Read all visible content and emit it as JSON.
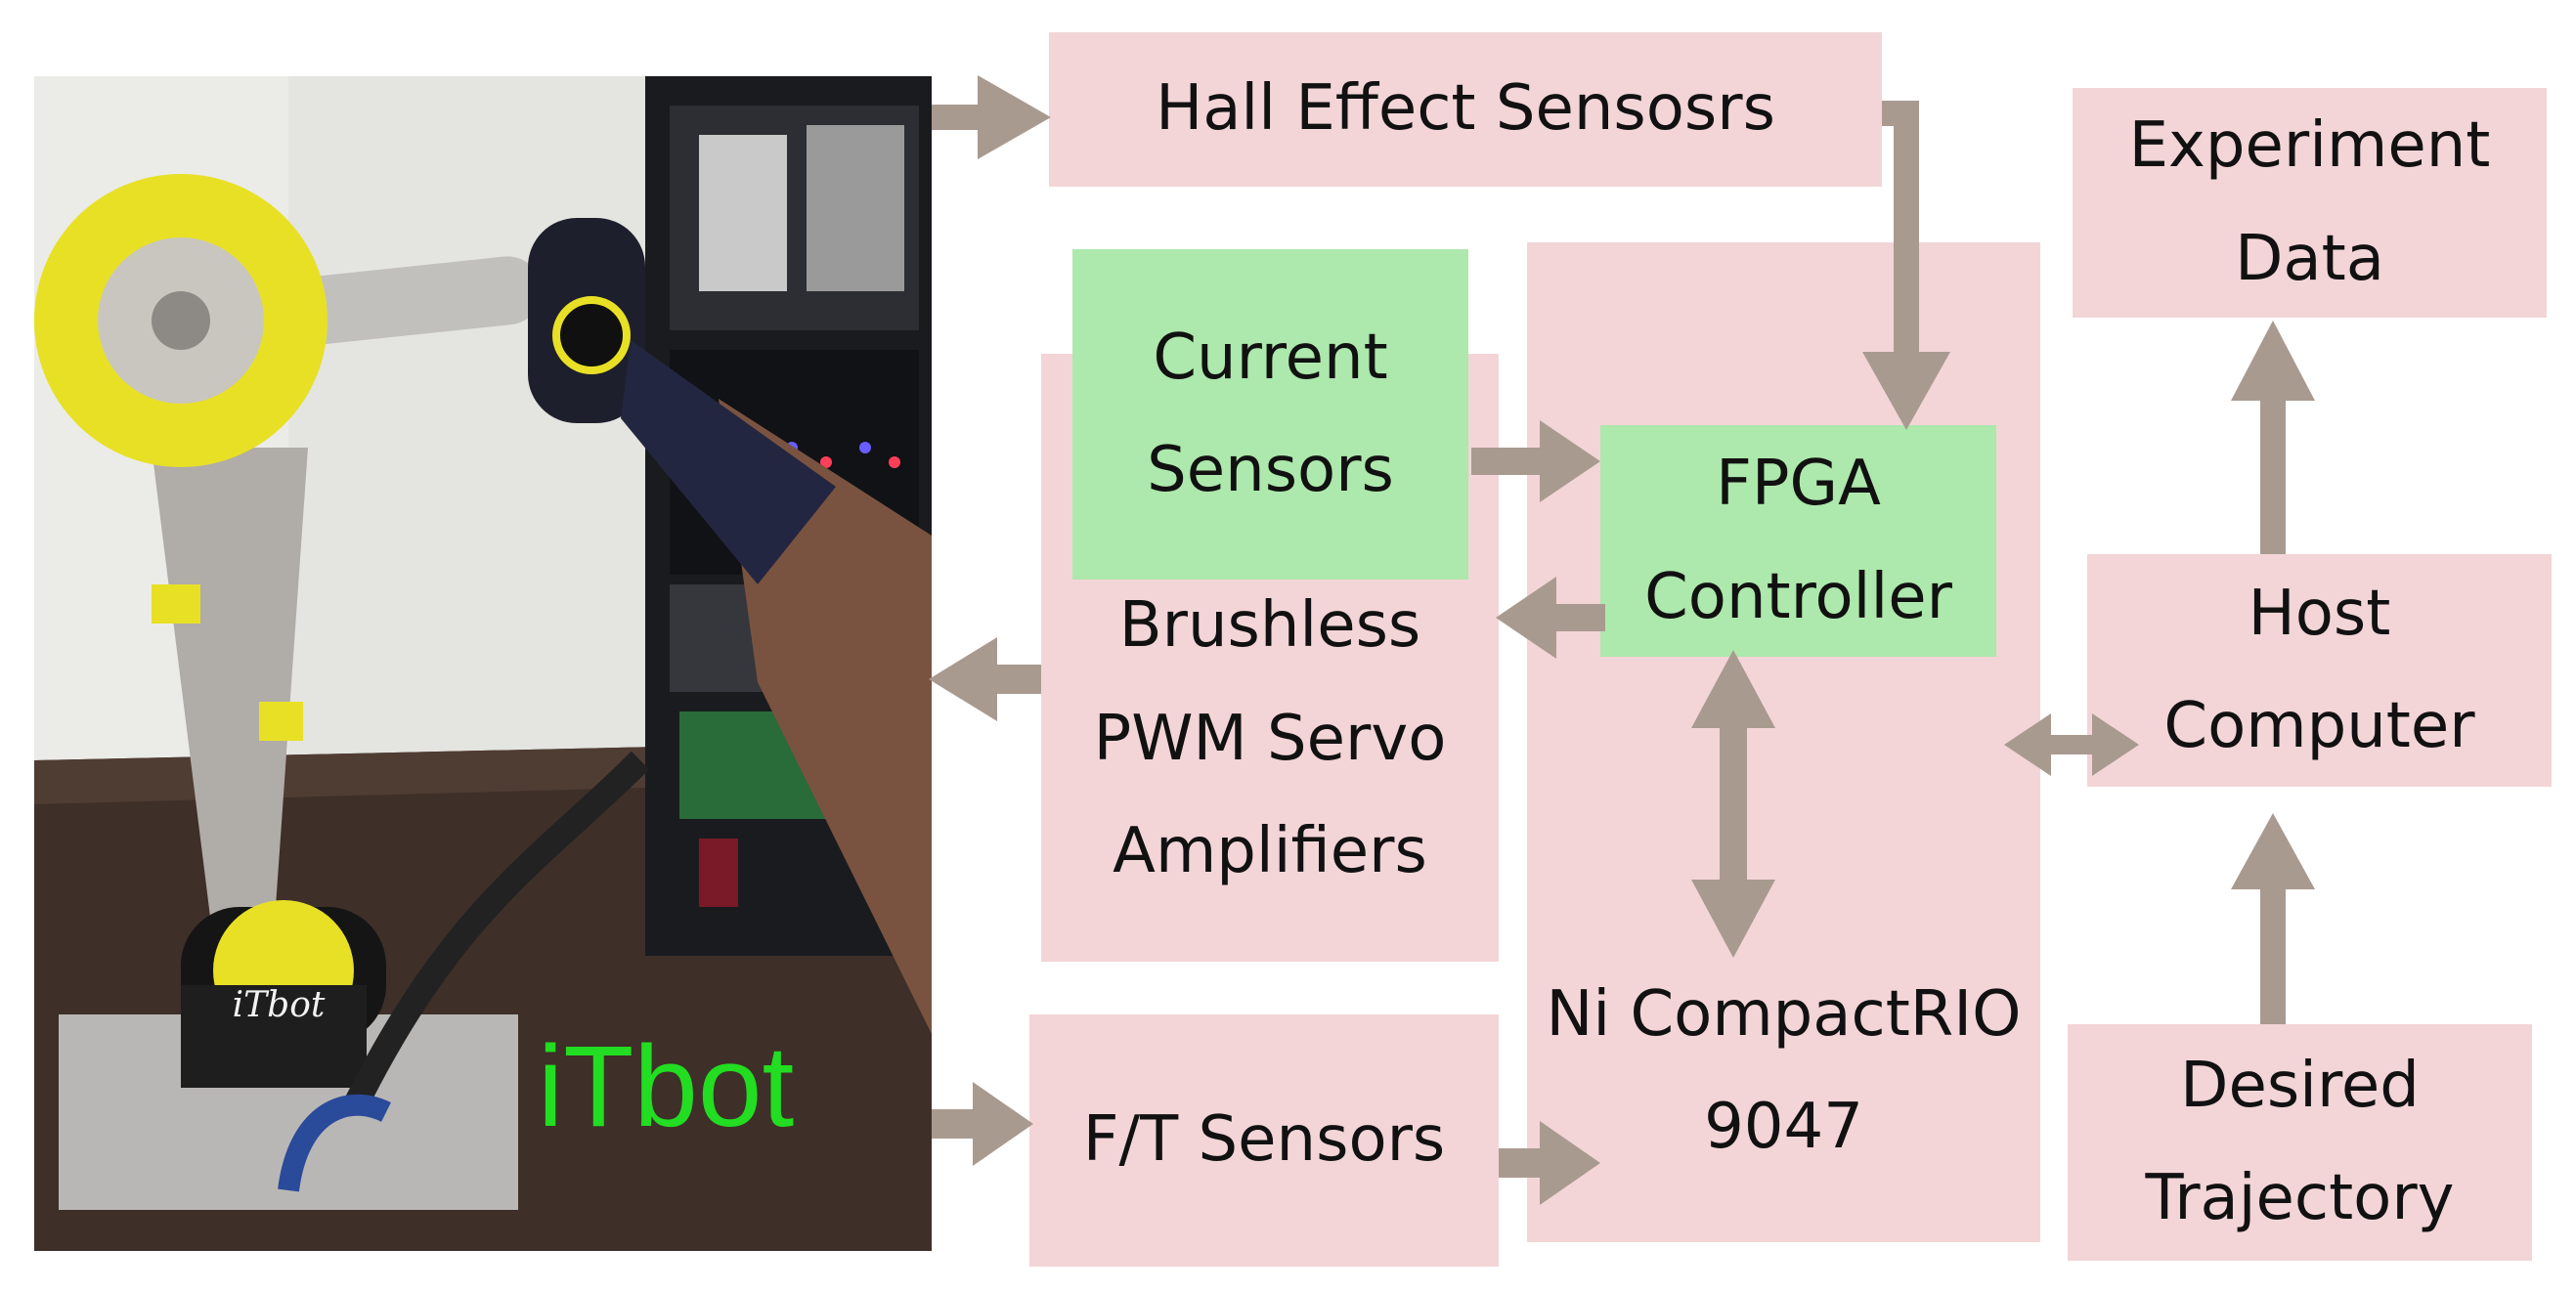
{
  "photo": {
    "label": "iTbot",
    "label_color": "#22dd22",
    "plate_text": "iTbot"
  },
  "nodes": {
    "hall": {
      "lines": [
        "Hall Effect Sensosrs"
      ]
    },
    "current": {
      "lines": [
        "Current",
        "Sensors"
      ]
    },
    "amp": {
      "lines": [
        "Brushless",
        "PWM Servo",
        "Amplifiers"
      ]
    },
    "fpga": {
      "lines": [
        "FPGA",
        "Controller"
      ]
    },
    "crio": {
      "lines": [
        "Ni CompactRIO",
        "9047"
      ]
    },
    "ft": {
      "lines": [
        "F/T Sensors"
      ]
    },
    "exp": {
      "lines": [
        "Experiment",
        "Data"
      ]
    },
    "host": {
      "lines": [
        "Host",
        "Computer"
      ]
    },
    "desired": {
      "lines": [
        "Desired",
        "Trajectory"
      ]
    }
  },
  "colors": {
    "pink": "#f3d5d7",
    "green": "#ade8ac",
    "arrow": "#a99a90"
  }
}
